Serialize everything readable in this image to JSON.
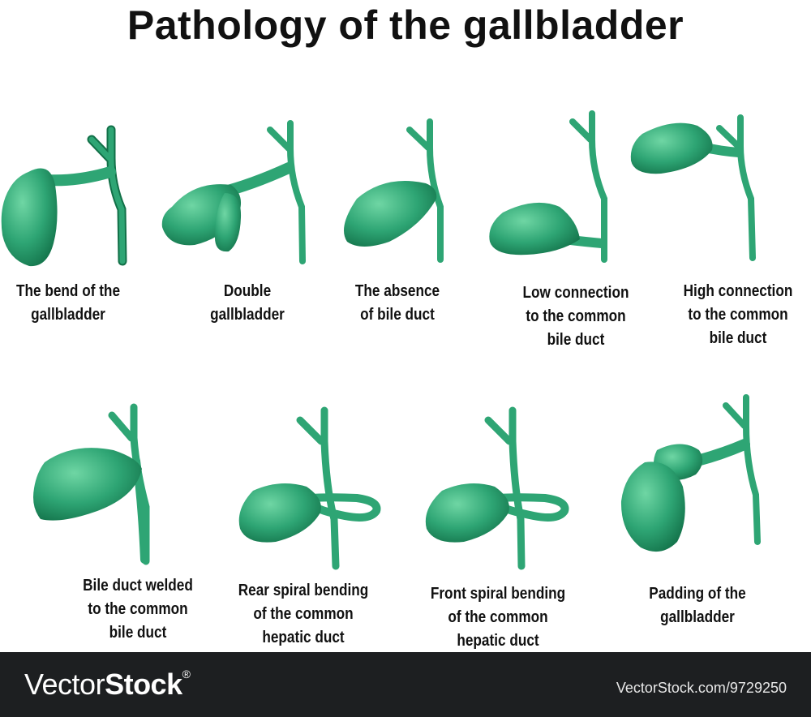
{
  "title": "Pathology of the gallbladder",
  "colors": {
    "organ": "#2ea574",
    "organ_light": "#6fd6a4",
    "organ_dark": "#127048",
    "footer": "#1d1f21"
  },
  "items": [
    {
      "lines": [
        "The bend of the",
        "gallbladder"
      ]
    },
    {
      "lines": [
        "Double",
        "gallbladder"
      ]
    },
    {
      "lines": [
        "The absence",
        "of bile duct"
      ]
    },
    {
      "lines": [
        "Low connection",
        "to the common",
        "bile duct"
      ]
    },
    {
      "lines": [
        "High connection",
        "to the common",
        "bile duct"
      ]
    },
    {
      "lines": [
        "Bile duct welded",
        "to the common",
        "bile duct"
      ]
    },
    {
      "lines": [
        "Rear spiral bending",
        "of the common",
        "hepatic duct"
      ]
    },
    {
      "lines": [
        "Front spiral bending",
        "of the common",
        "hepatic duct"
      ]
    },
    {
      "lines": [
        "Padding of the",
        "gallbladder"
      ]
    }
  ],
  "footer": {
    "brand_light": "Vector",
    "brand_bold": "Stock",
    "brand_mark": "®",
    "id_text": "VectorStock.com/9729250"
  }
}
